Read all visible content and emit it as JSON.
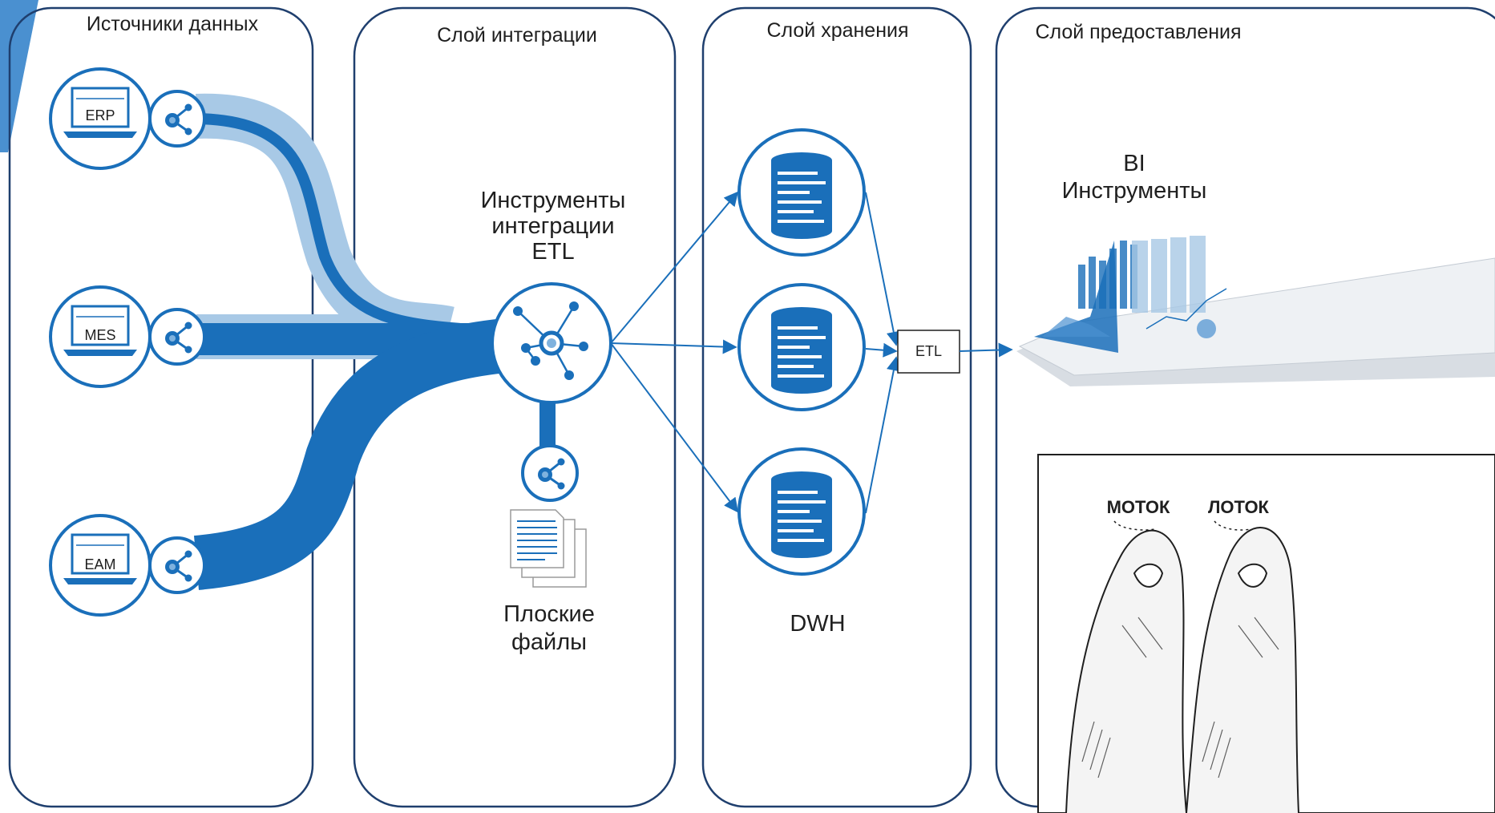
{
  "panels": {
    "sources": "Источники данных",
    "integration": "Слой интеграции",
    "storage": "Слой хранения",
    "presentation": "Слой предоставления"
  },
  "sources": [
    {
      "label": "ERP"
    },
    {
      "label": "MES"
    },
    {
      "label": "EAM"
    }
  ],
  "integration": {
    "tool_line1": "Инструменты",
    "tool_line2": "интеграции",
    "tool_line3": "ETL",
    "flat_line1": "Плоские",
    "flat_line2": "файлы"
  },
  "storage": {
    "dwh": "DWH",
    "etl": "ETL"
  },
  "presentation": {
    "bi_line1": "BI",
    "bi_line2": "Инструменты",
    "cartoon_left": "МОТОК",
    "cartoon_right": "ЛОТОК"
  },
  "colors": {
    "primary": "#1a6fba",
    "light": "#a8c9e6",
    "border": "#1f3f6e"
  }
}
